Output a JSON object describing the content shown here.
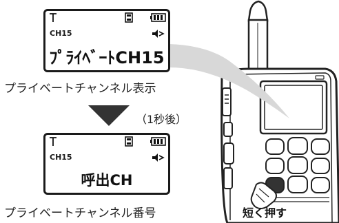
{
  "display_top": {
    "channel": "CH15",
    "main_text": "ﾌﾟﾗｲﾍﾞｰﾄCH15",
    "caption": "プライベートチャンネル表示"
  },
  "transition": {
    "delay": "（1秒後）"
  },
  "display_bottom": {
    "channel": "CH15",
    "main_text": "呼出CH",
    "caption": "プライベートチャンネル番号"
  },
  "action": {
    "label": "短く押す"
  },
  "icons": [
    "antenna-icon",
    "signal-icon",
    "battery-icon",
    "speaker-icon",
    "down-arrow-icon",
    "pointing-hand-icon"
  ],
  "colors": {
    "highlight_key": "#333333",
    "callout": "#d8d8d8",
    "arrow": "#333333"
  }
}
